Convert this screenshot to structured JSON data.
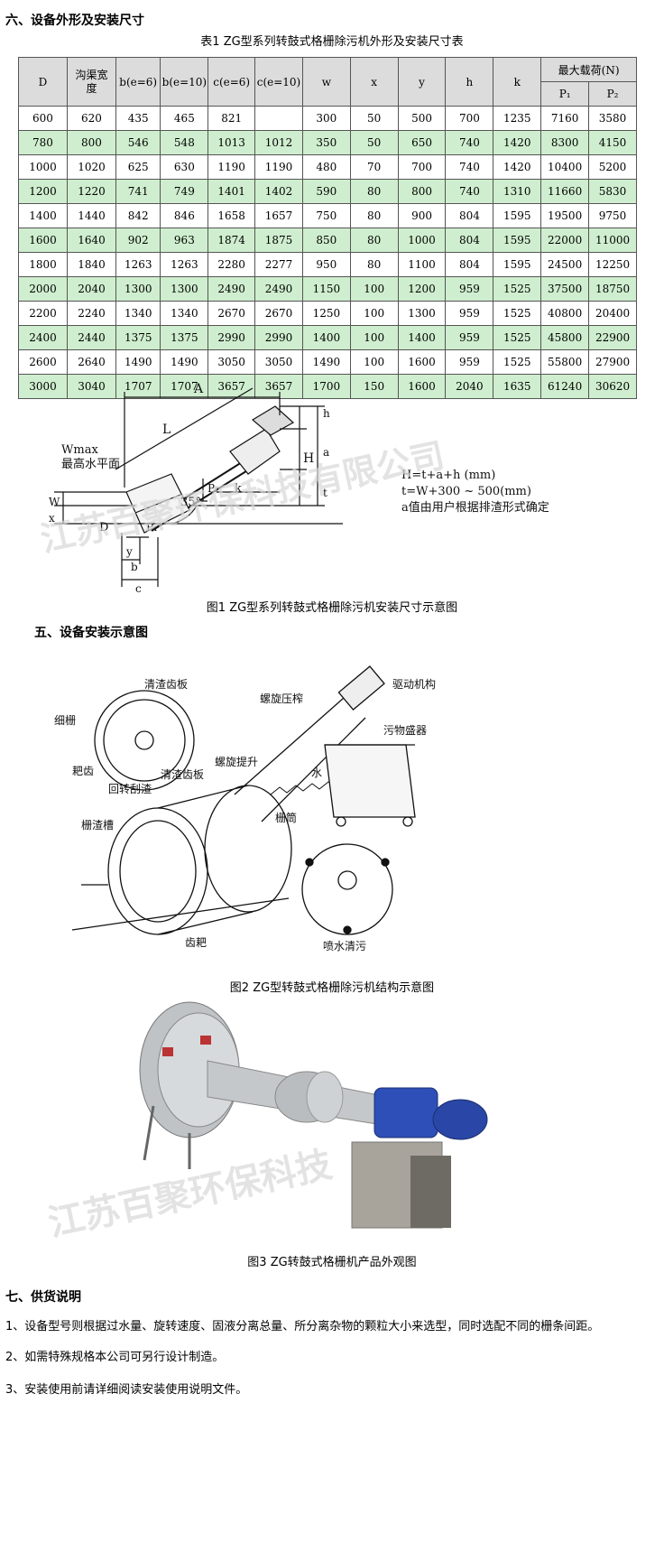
{
  "section6": {
    "title": "六、设备外形及安装尺寸"
  },
  "table1": {
    "caption": "表1  ZG型系列转鼓式格栅除污机外形及安装尺寸表",
    "headers": [
      "D",
      "沟渠宽度",
      "b(e=6)",
      "b(e=10)",
      "c(e=6)",
      "c(e=10)",
      "w",
      "x",
      "y",
      "h",
      "k"
    ],
    "load_header": "最大载荷(N)",
    "p1": "P₁",
    "p2": "P₂",
    "rows": [
      [
        "600",
        "620",
        "435",
        "465",
        "821",
        "",
        "300",
        "50",
        "500",
        "700",
        "1235",
        "7160",
        "3580"
      ],
      [
        "780",
        "800",
        "546",
        "548",
        "1013",
        "1012",
        "350",
        "50",
        "650",
        "740",
        "1420",
        "8300",
        "4150"
      ],
      [
        "1000",
        "1020",
        "625",
        "630",
        "1190",
        "1190",
        "480",
        "70",
        "700",
        "740",
        "1420",
        "10400",
        "5200"
      ],
      [
        "1200",
        "1220",
        "741",
        "749",
        "1401",
        "1402",
        "590",
        "80",
        "800",
        "740",
        "1310",
        "11660",
        "5830"
      ],
      [
        "1400",
        "1440",
        "842",
        "846",
        "1658",
        "1657",
        "750",
        "80",
        "900",
        "804",
        "1595",
        "19500",
        "9750"
      ],
      [
        "1600",
        "1640",
        "902",
        "963",
        "1874",
        "1875",
        "850",
        "80",
        "1000",
        "804",
        "1595",
        "22000",
        "11000"
      ],
      [
        "1800",
        "1840",
        "1263",
        "1263",
        "2280",
        "2277",
        "950",
        "80",
        "1100",
        "804",
        "1595",
        "24500",
        "12250"
      ],
      [
        "2000",
        "2040",
        "1300",
        "1300",
        "2490",
        "2490",
        "1150",
        "100",
        "1200",
        "959",
        "1525",
        "37500",
        "18750"
      ],
      [
        "2200",
        "2240",
        "1340",
        "1340",
        "2670",
        "2670",
        "1250",
        "100",
        "1300",
        "959",
        "1525",
        "40800",
        "20400"
      ],
      [
        "2400",
        "2440",
        "1375",
        "1375",
        "2990",
        "2990",
        "1400",
        "100",
        "1400",
        "959",
        "1525",
        "45800",
        "22900"
      ],
      [
        "2600",
        "2640",
        "1490",
        "1490",
        "3050",
        "3050",
        "1490",
        "100",
        "1600",
        "959",
        "1525",
        "55800",
        "27900"
      ],
      [
        "3000",
        "3040",
        "1707",
        "1707",
        "3657",
        "3657",
        "1700",
        "150",
        "1600",
        "2040",
        "1635",
        "61240",
        "30620"
      ]
    ],
    "row_colors": {
      "white": "#ffffff",
      "green": "#cfeecf",
      "header": "#dcdcdc"
    }
  },
  "fig1": {
    "labels": {
      "A": "A",
      "L": "L",
      "H": "H",
      "h": "h",
      "a": "a",
      "t": "t",
      "wmax": "Wmax",
      "water_level": "最高水平面",
      "angle": "35°",
      "p2": "P₂",
      "k": "k",
      "w": "W",
      "x": "x",
      "D": "D",
      "p1": "P₁",
      "y": "y",
      "b": "b",
      "c": "c"
    },
    "formula1": "H=t+a+h          (mm)",
    "formula2": "t=W+300 ~ 500(mm)",
    "formula3": "a值由用户根据排渣形式确定",
    "caption": "图1  ZG型系列转鼓式格栅除污机安装尺寸示意图"
  },
  "section5": {
    "title": "五、设备安装示意图"
  },
  "fig2": {
    "labels": {
      "qingzha_chiban_top": "清渣齿板",
      "xishan": "细栅",
      "bachi": "耙齿",
      "huizhuan_guazha": "回转刮渣",
      "qingzha_chiban_mid": "清渣齿板",
      "zhazha_cao": "栅渣槽",
      "chiba": "齿耙",
      "luoxuan_yazha": "螺旋压榨",
      "luoxuan_tisheng": "螺旋提升",
      "shui": "水",
      "shantong": "栅筒",
      "qudong_jigou": "驱动机构",
      "wuwu_shengqi": "污物盛器",
      "penshui_qingwu": "喷水清污"
    },
    "caption": "图2  ZG型转鼓式格栅除污机结构示意图"
  },
  "fig3": {
    "caption": "图3  ZG转鼓式格栅机产品外观图"
  },
  "section7": {
    "title": "七、供货说明",
    "items": [
      "1、设备型号则根据过水量、旋转速度、固液分离总量、所分离杂物的颗粒大小来选型，同时选配不同的栅条间距。",
      "2、如需特殊规格本公司可另行设计制造。",
      "3、安装使用前请详细阅读安装使用说明文件。"
    ]
  },
  "watermark": {
    "text1": "江苏百聚环保科技有限公司",
    "text2": "江苏百聚环保科技"
  }
}
